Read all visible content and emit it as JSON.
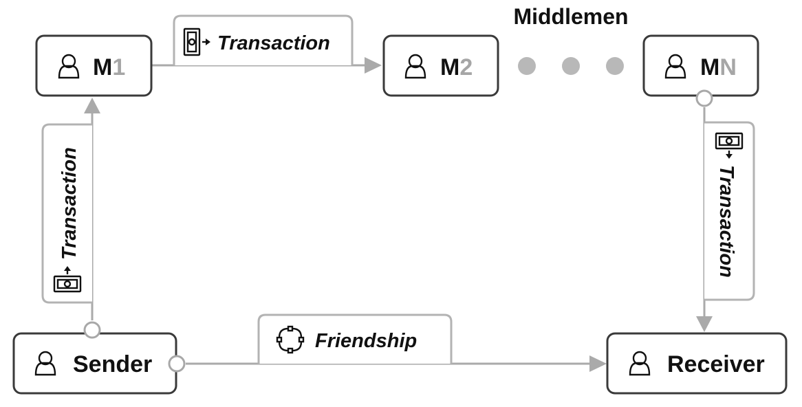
{
  "title": "Middlemen",
  "nodes": {
    "m1": {
      "main": "M",
      "sub": "1"
    },
    "m2": {
      "main": "M",
      "sub": "2"
    },
    "mn": {
      "main": "M",
      "sub": "N"
    },
    "sender": {
      "label": "Sender"
    },
    "receiver": {
      "label": "Receiver"
    }
  },
  "edges": {
    "sender_m1": {
      "label": "Transaction",
      "icon": "money-transfer-icon"
    },
    "m1_m2": {
      "label": "Transaction",
      "icon": "money-transfer-icon"
    },
    "mn_receiver": {
      "label": "Transaction",
      "icon": "money-transfer-icon"
    },
    "sender_receiver": {
      "label": "Friendship",
      "icon": "network-icon"
    }
  },
  "node_icon": "person-icon",
  "ellipsis": "three-dots"
}
